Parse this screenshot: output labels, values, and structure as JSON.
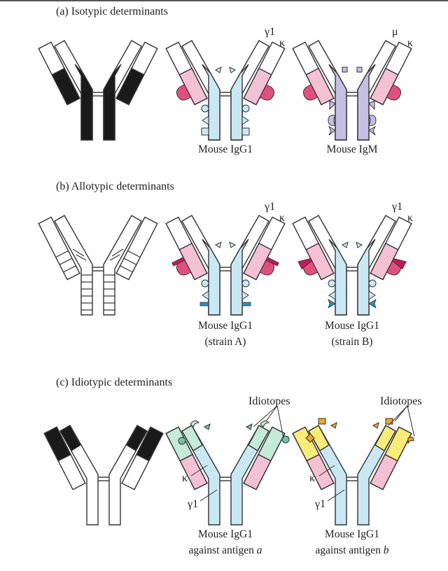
{
  "sections": {
    "a": {
      "title": "(a) Isotypic determinants",
      "mid_heavy": "γ1",
      "mid_light": "κ",
      "right_heavy": "μ",
      "right_light": "κ",
      "cap_mid": "Mouse IgG1",
      "cap_right": "Mouse IgM"
    },
    "b": {
      "title": "(b) Allotypic determinants",
      "mid_heavy": "γ1",
      "mid_light": "κ",
      "right_heavy": "γ1",
      "right_light": "κ",
      "cap_mid_1": "Mouse IgG1",
      "cap_mid_2": "(strain A)",
      "cap_right_1": "Mouse IgG1",
      "cap_right_2": "(strain B)"
    },
    "c": {
      "title": "(c) Idiotypic determinants",
      "idiotopes_mid": "Idiotopes",
      "idiotopes_right": "Idiotopes",
      "mid_light": "κ",
      "mid_heavy": "γ1",
      "right_light": "κ",
      "right_heavy": "γ1",
      "cap_mid_1": "Mouse IgG1",
      "cap_mid_2": "against antigen",
      "cap_mid_ag": "a",
      "cap_right_1": "Mouse IgG1",
      "cap_right_2": "against antigen",
      "cap_right_ag": "b"
    }
  },
  "colors": {
    "outline": "#333333",
    "black_region": "#1a1a1a",
    "heavy_light_blue": "#c9e8f4",
    "light_chain_pink": "#f4c0d4",
    "isotype_magenta": "#e0507c",
    "igm_lavender": "#c6bfe4",
    "allotype_crimson": "#c4185a",
    "allotype_teal": "#2a8fb8",
    "idiotype_mint": "#c4ead8",
    "idiotype_yellow": "#f7ec78",
    "idiotype_orange": "#f5a523"
  }
}
